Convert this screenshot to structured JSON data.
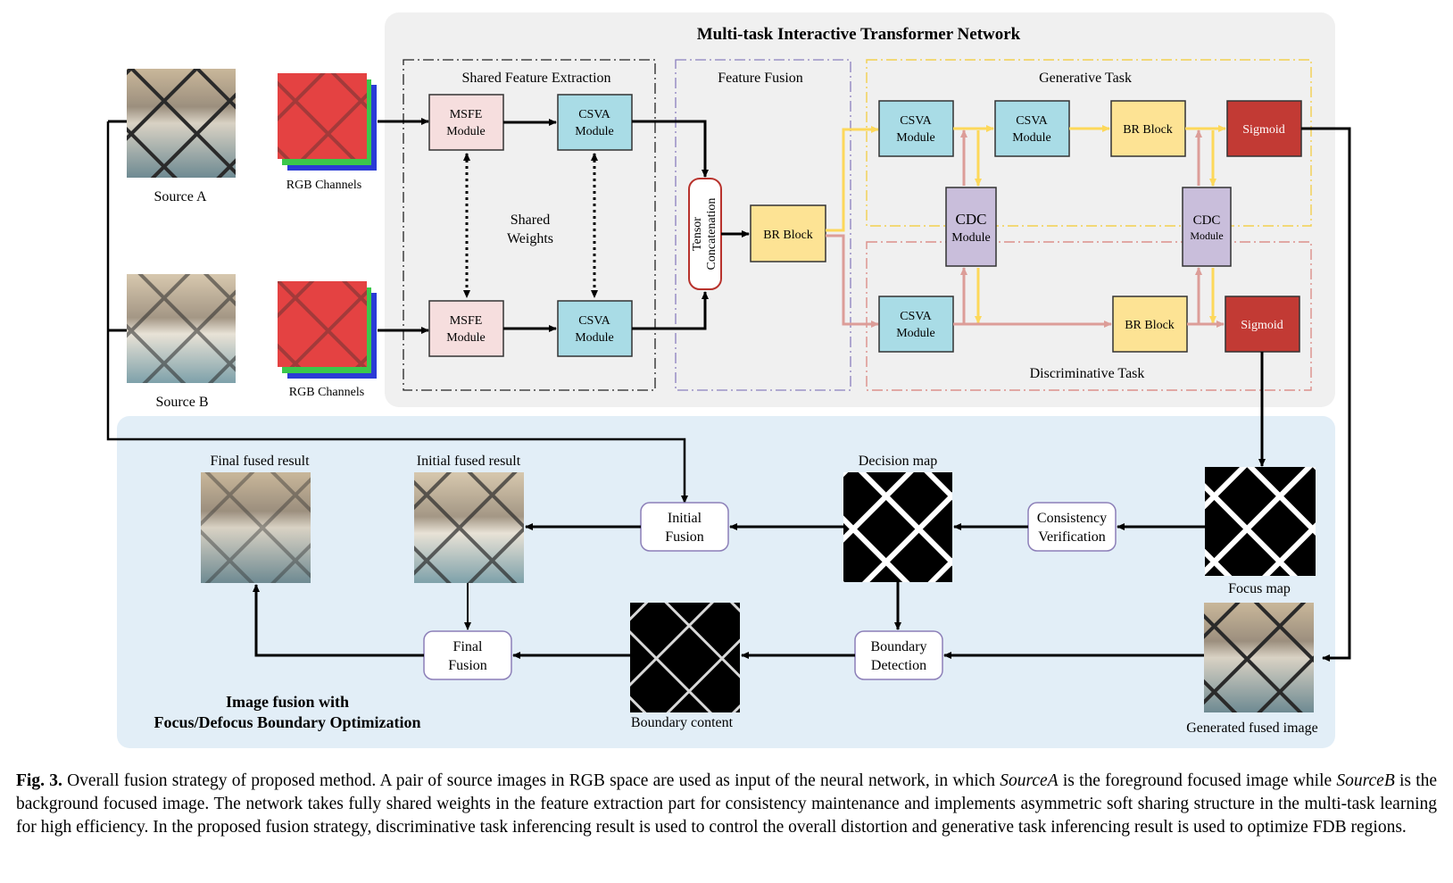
{
  "figure": {
    "top_panel_title": "Multi-task Interactive Transformer Network",
    "bottom_panel_title_line1": "Image fusion with",
    "bottom_panel_title_line2": "Focus/Defocus Boundary Optimization",
    "sections": {
      "shared": "Shared Feature Extraction",
      "fusion": "Feature Fusion",
      "generative": "Generative Task",
      "discriminative": "Discriminative Task",
      "shared_weights_line1": "Shared",
      "shared_weights_line2": "Weights"
    },
    "inputs": {
      "source_a": "Source A",
      "source_b": "Source B",
      "rgb_a": "RGB Channels",
      "rgb_b": "RGB Channels"
    },
    "modules": {
      "msfe_top_1": "MSFE",
      "msfe_top_2": "Module",
      "csva_top_1": "CSVA",
      "csva_top_2": "Module",
      "msfe_bot_1": "MSFE",
      "msfe_bot_2": "Module",
      "csva_bot_1": "CSVA",
      "csva_bot_2": "Module",
      "concat_1": "Tensor",
      "concat_2": "Concatenation",
      "br_fusion": "BR Block",
      "gen_csva1_1": "CSVA",
      "gen_csva1_2": "Module",
      "gen_csva2_1": "CSVA",
      "gen_csva2_2": "Module",
      "gen_br": "BR Block",
      "gen_sigmoid": "Sigmoid",
      "cdc_left_1": "CDC",
      "cdc_left_2": "Module",
      "cdc_right_1": "CDC",
      "cdc_right_2": "Module",
      "dis_csva_1": "CSVA",
      "dis_csva_2": "Module",
      "dis_br": "BR Block",
      "dis_sigmoid": "Sigmoid"
    },
    "bottom": {
      "final_fused_result": "Final fused result",
      "initial_fused_result": "Initial fused result",
      "decision_map": "Decision map",
      "focus_map": "Focus map",
      "boundary_content": "Boundary content",
      "generated_fused_image": "Generated fused image",
      "initial_fusion_1": "Initial",
      "initial_fusion_2": "Fusion",
      "consistency_1": "Consistency",
      "consistency_2": "Verification",
      "final_fusion_1": "Final",
      "final_fusion_2": "Fusion",
      "boundary_detection_1": "Boundary",
      "boundary_detection_2": "Detection"
    }
  },
  "caption": {
    "label": "Fig. 3.",
    "text_1": "Overall fusion strategy of proposed method. A pair of source images in RGB space are used as input of the neural network, in which",
    "source_a": "SourceA",
    "text_2": "is the foreground focused image while",
    "source_b": "SourceB",
    "text_3": "is the background focused image. The network takes fully shared weights in the feature extraction part for consistency maintenance and implements asymmetric soft sharing structure in the multi-task learning for high efficiency. In the proposed fusion strategy, discriminative task inferencing result is used to control the overall distortion and generative task inferencing result is used to optimize FDB regions."
  },
  "colors": {
    "msfe": "#f6dede",
    "csva": "#a9dce6",
    "br": "#fde394",
    "sigmoid": "#c23a34",
    "cdc": "#c9bedb",
    "top_panel": "#f0f0f0",
    "bottom_panel": "#e2eef7",
    "yellow_arrow": "#fdd85a",
    "pink_arrow": "#dc9d98"
  }
}
